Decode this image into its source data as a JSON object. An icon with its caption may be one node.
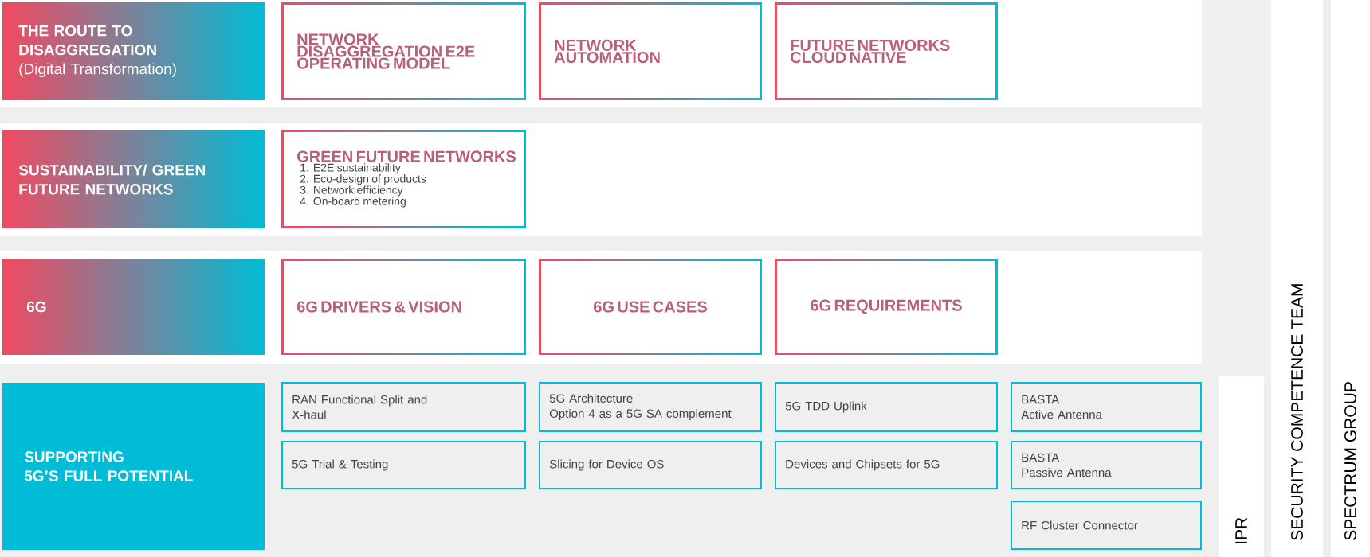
{
  "diagram": {
    "nodes": [
      {
        "text": [
          "THE ROUTE TO DISAGGREGATION",
          "(Digital Transformation)"
        ]
      },
      {
        "text": [
          "NETWORK DISAGGREGATION E2E OPERATING MODEL"
        ]
      },
      {
        "text": [
          "NETWORK AUTOMATION"
        ]
      },
      {
        "text": [
          "FUTURE NETWORKS CLOUD NATIVE"
        ]
      },
      {
        "text": [
          "SUSTAINABILITY/ GREEN FUTURE NETWORKS"
        ]
      },
      {
        "text": [
          "GREEN FUTURE NETWORKS",
          "1. E2E sustainability",
          "2. Eco-design of products",
          "3. Network efficiency",
          "4. On-board metering"
        ]
      },
      {
        "text": [
          "6G"
        ]
      },
      {
        "text": [
          "6G DRIVERS & VISION"
        ]
      },
      {
        "text": [
          "6G USE CASES"
        ]
      },
      {
        "text": [
          "6G REQUIREMENTS"
        ]
      },
      {
        "text": [
          "SUPPORTING",
          "5G’S FULL POTENTIAL"
        ]
      },
      {
        "text": [
          "RAN Functional Split and X-haul"
        ]
      },
      {
        "text": [
          "5G Architecture",
          "Option 4 as a 5G SA complement"
        ]
      },
      {
        "text": [
          "5G TDD Uplink"
        ]
      },
      {
        "text": [
          "BASTA",
          "Active Antenna"
        ]
      },
      {
        "text": [
          "5G Trial & Testing"
        ]
      },
      {
        "text": [
          "Slicing for Device OS"
        ]
      },
      {
        "text": [
          "Devices and Chipsets for 5G"
        ]
      },
      {
        "text": [
          "BASTA",
          "Passive Antenna"
        ]
      },
      {
        "text": [
          "RF Cluster Connector"
        ]
      },
      {
        "text": [
          "IPR"
        ]
      },
      {
        "text": [
          "SECURITY COMPETENCE TEAM"
        ]
      },
      {
        "text": [
          "SPECTRUM GROUP"
        ]
      }
    ]
  }
}
